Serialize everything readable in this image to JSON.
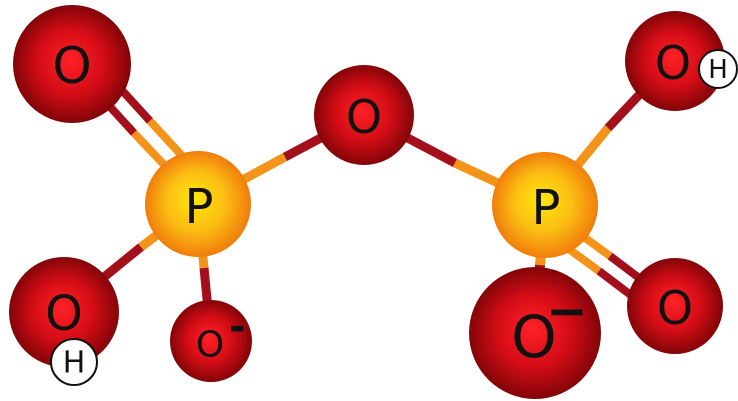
{
  "molecule": {
    "atoms": {
      "o_top_left": "O",
      "p_left": "P",
      "o_bridge": "O",
      "p_right": "P",
      "o_top_right": "O",
      "h_top_right": "H",
      "o_bottom_left": "O",
      "h_bottom_left": "H",
      "o_minus_left": "O",
      "minus_left": "-",
      "o_minus_right": "O",
      "minus_right": "−",
      "o_right": "O"
    }
  }
}
